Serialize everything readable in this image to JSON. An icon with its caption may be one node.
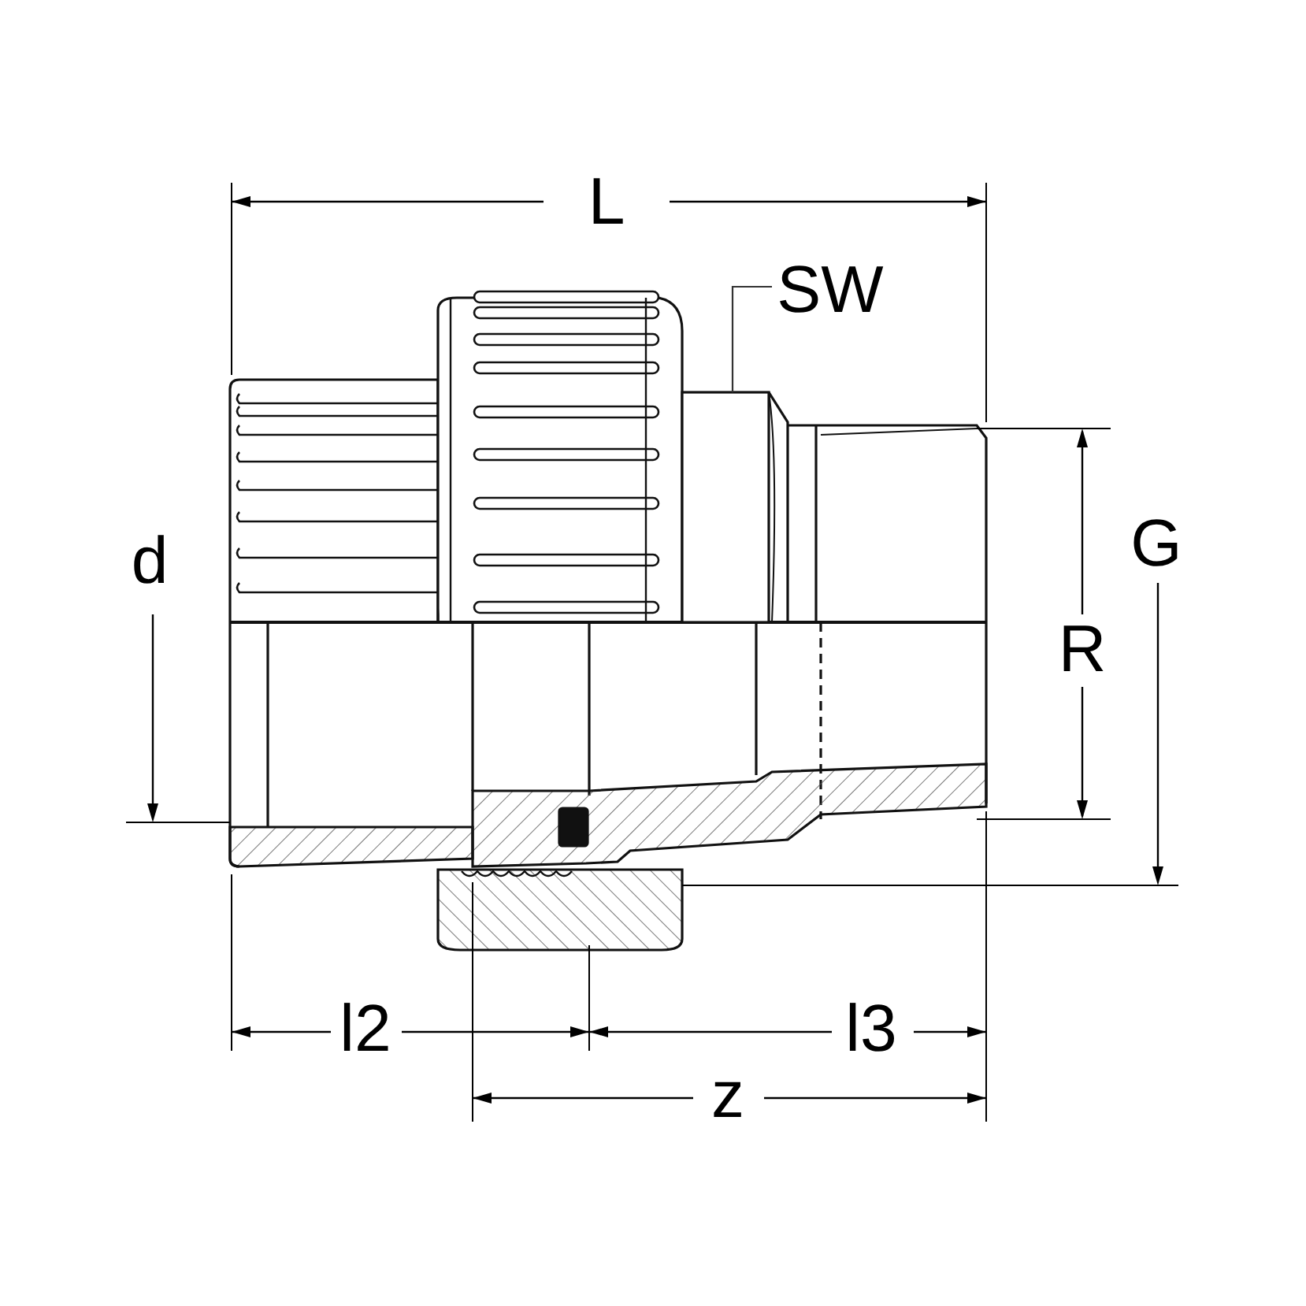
{
  "diagram": {
    "nodes": [
      {
        "text": [
          "SW"
        ]
      },
      {
        "text": [],
        "shape": "box"
      }
    ],
    "edges": [
      {
        "from": 0,
        "to": 1,
        "arrow": "none"
      }
    ],
    "labels": [
      "L",
      "d",
      "G",
      "R",
      "l2",
      "l3",
      "z"
    ]
  }
}
